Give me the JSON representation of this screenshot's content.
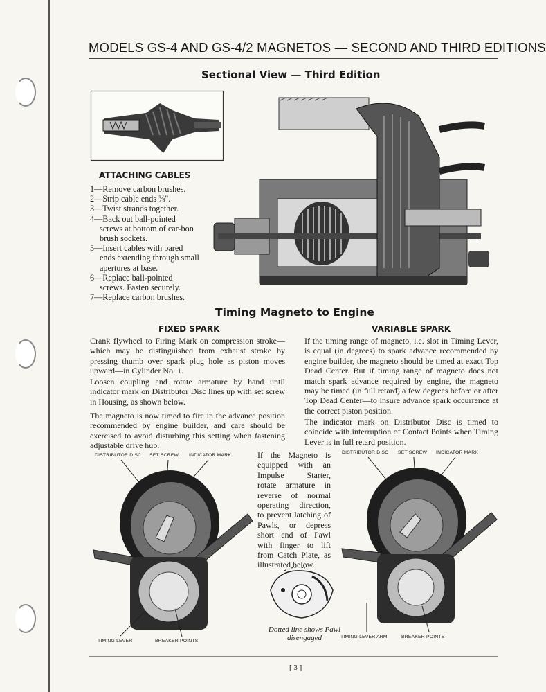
{
  "header": {
    "title": "MODELS GS-4 AND GS-4/2 MAGNETOS — SECOND AND THIRD EDITIONS"
  },
  "sectional": {
    "title": "Sectional View — Third Edition"
  },
  "attaching": {
    "heading": "ATTACHING CABLES",
    "steps": [
      "1—Remove carbon brushes.",
      "2—Strip cable ends ⅜\".",
      "3—Twist strands together.",
      "4—Back out ball-pointed screws at bottom of car-bon brush sockets.",
      "5—Insert cables with bared ends extending through small apertures at base.",
      "6—Replace ball-pointed screws. Fasten securely.",
      "7—Replace carbon brushes."
    ]
  },
  "timing": {
    "title": "Timing Magneto to Engine"
  },
  "fixed": {
    "heading": "FIXED SPARK",
    "p1": "Crank flywheel to Firing Mark on compression stroke—which may be distinguished from exhaust stroke by pressing thumb over spark plug hole as piston moves upward—in Cylinder No. 1.",
    "p2": "Loosen coupling and rotate armature by hand until indicator mark on Distributor Disc lines up with set screw in Housing, as shown below.",
    "p3": "The magneto is now timed to fire in the advance position recommended by engine builder, and care should be exercised to avoid disturbing this setting when fastening adjustable drive hub."
  },
  "variable": {
    "heading": "VARIABLE SPARK",
    "p1": "If the timing range of magneto, i.e. slot in Timing Lever, is equal (in degrees) to spark advance recommended by engine builder, the magneto should be timed at exact Top Dead Center. But if timing range of magneto does not match spark advance required by engine, the magneto may be timed (in full retard) a few degrees before or after Top Dead Center—to insure advance spark occurrence at the correct piston position.",
    "p2": "The indicator mark on Distributor Disc is timed to coincide with interruption of Contact Points when Timing Lever is in full retard position."
  },
  "impulse": {
    "text": "If the Magneto is equipped with an Impulse Starter, rotate armature in reverse of normal operating direction, to prevent latching of Pawls, or depress short end of Pawl with finger to lift from Catch Plate, as illustrated below."
  },
  "left_figure": {
    "labels": {
      "distributor_disc": "DISTRIBUTOR DISC",
      "set_screw": "SET SCREW",
      "indicator_mark": "INDICATOR MARK",
      "timing_lever": "TIMING LEVER",
      "breaker_points": "BREAKER POINTS"
    }
  },
  "right_figure": {
    "labels": {
      "distributor_disc": "DISTRIBUTOR DISC",
      "set_screw": "SET SCREW",
      "indicator_mark": "INDICATOR MARK",
      "timing_lever_arm": "TIMING LEVER ARM",
      "breaker_points": "BREAKER POINTS"
    }
  },
  "pawl_caption": "Dotted line shows Pawl disengaged",
  "page_number": "[ 3 ]"
}
